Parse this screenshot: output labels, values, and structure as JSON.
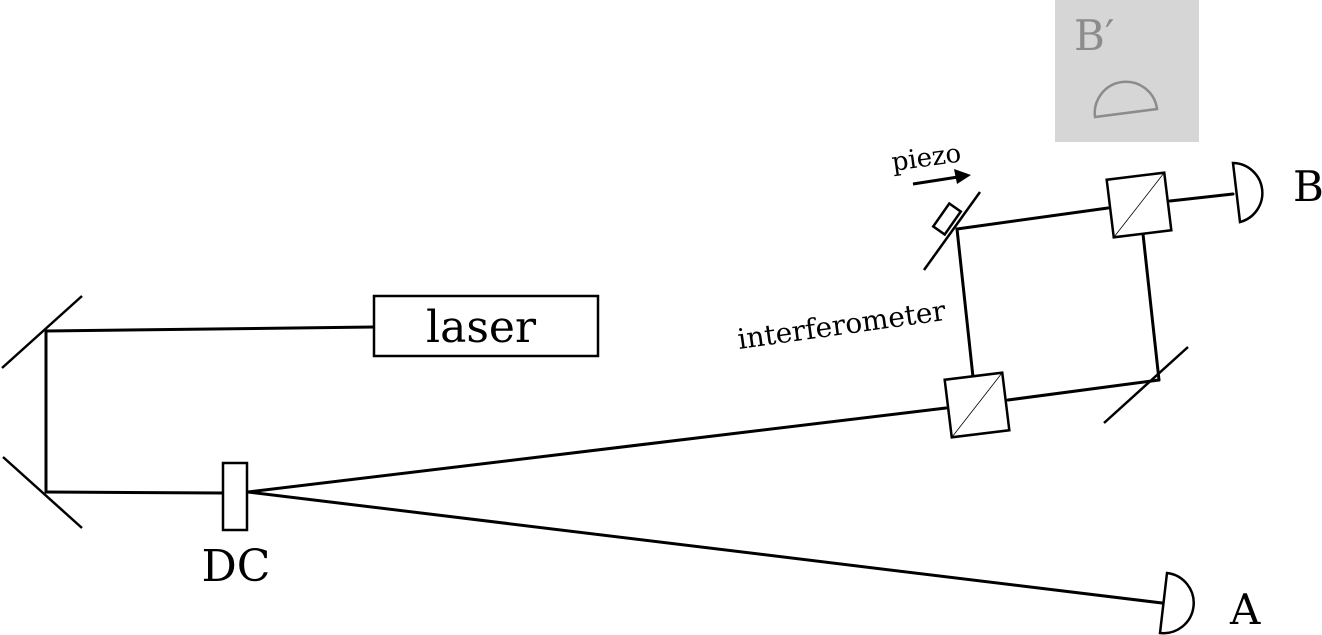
{
  "labels": {
    "laser": "laser",
    "dc": "DC",
    "interferometer": "interferometer",
    "piezo": "piezo",
    "detector_a": "A",
    "detector_b": "B",
    "detector_b_prime": "B′"
  },
  "colors": {
    "ink": "#000000",
    "inset_background": "#d6d6d6",
    "inset_ink": "#8c8c8c"
  }
}
